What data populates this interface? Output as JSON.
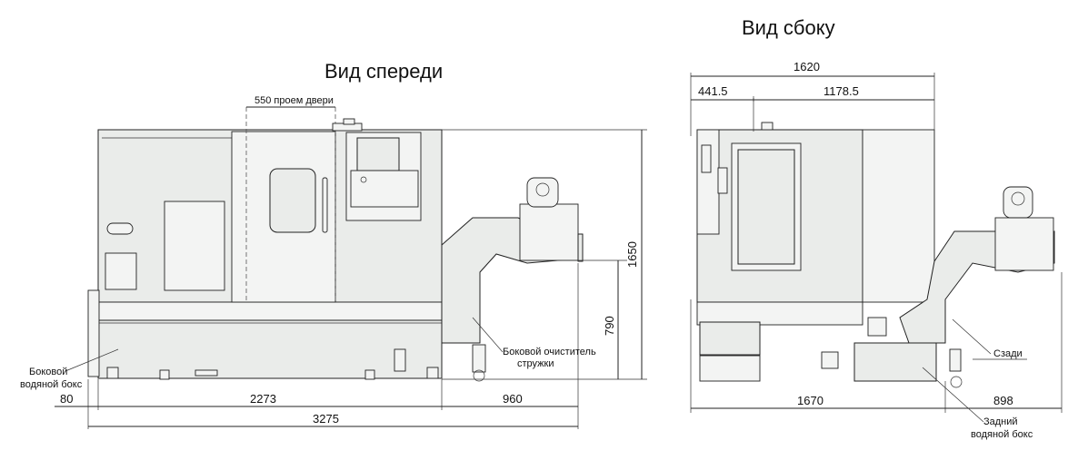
{
  "titles": {
    "front": "Вид спереди",
    "side": "Вид сбоку"
  },
  "front": {
    "door_opening": "550 проем двери",
    "height_total": "1650",
    "height_conveyor": "790",
    "dim_80": "80",
    "dim_2273": "2273",
    "dim_960": "960",
    "dim_3275": "3275",
    "label_side_water_box": [
      "Боковой",
      "водяной бокс"
    ],
    "label_chip_conveyor": [
      "Боковой очиститель",
      "стружки"
    ]
  },
  "side": {
    "width_total": "1620",
    "dim_441": "441.5",
    "dim_1178": "1178.5",
    "dim_1670": "1670",
    "dim_898": "898",
    "label_rear": "Сзади",
    "label_rear_water_box": [
      "Задний",
      "водяной бокс"
    ]
  }
}
